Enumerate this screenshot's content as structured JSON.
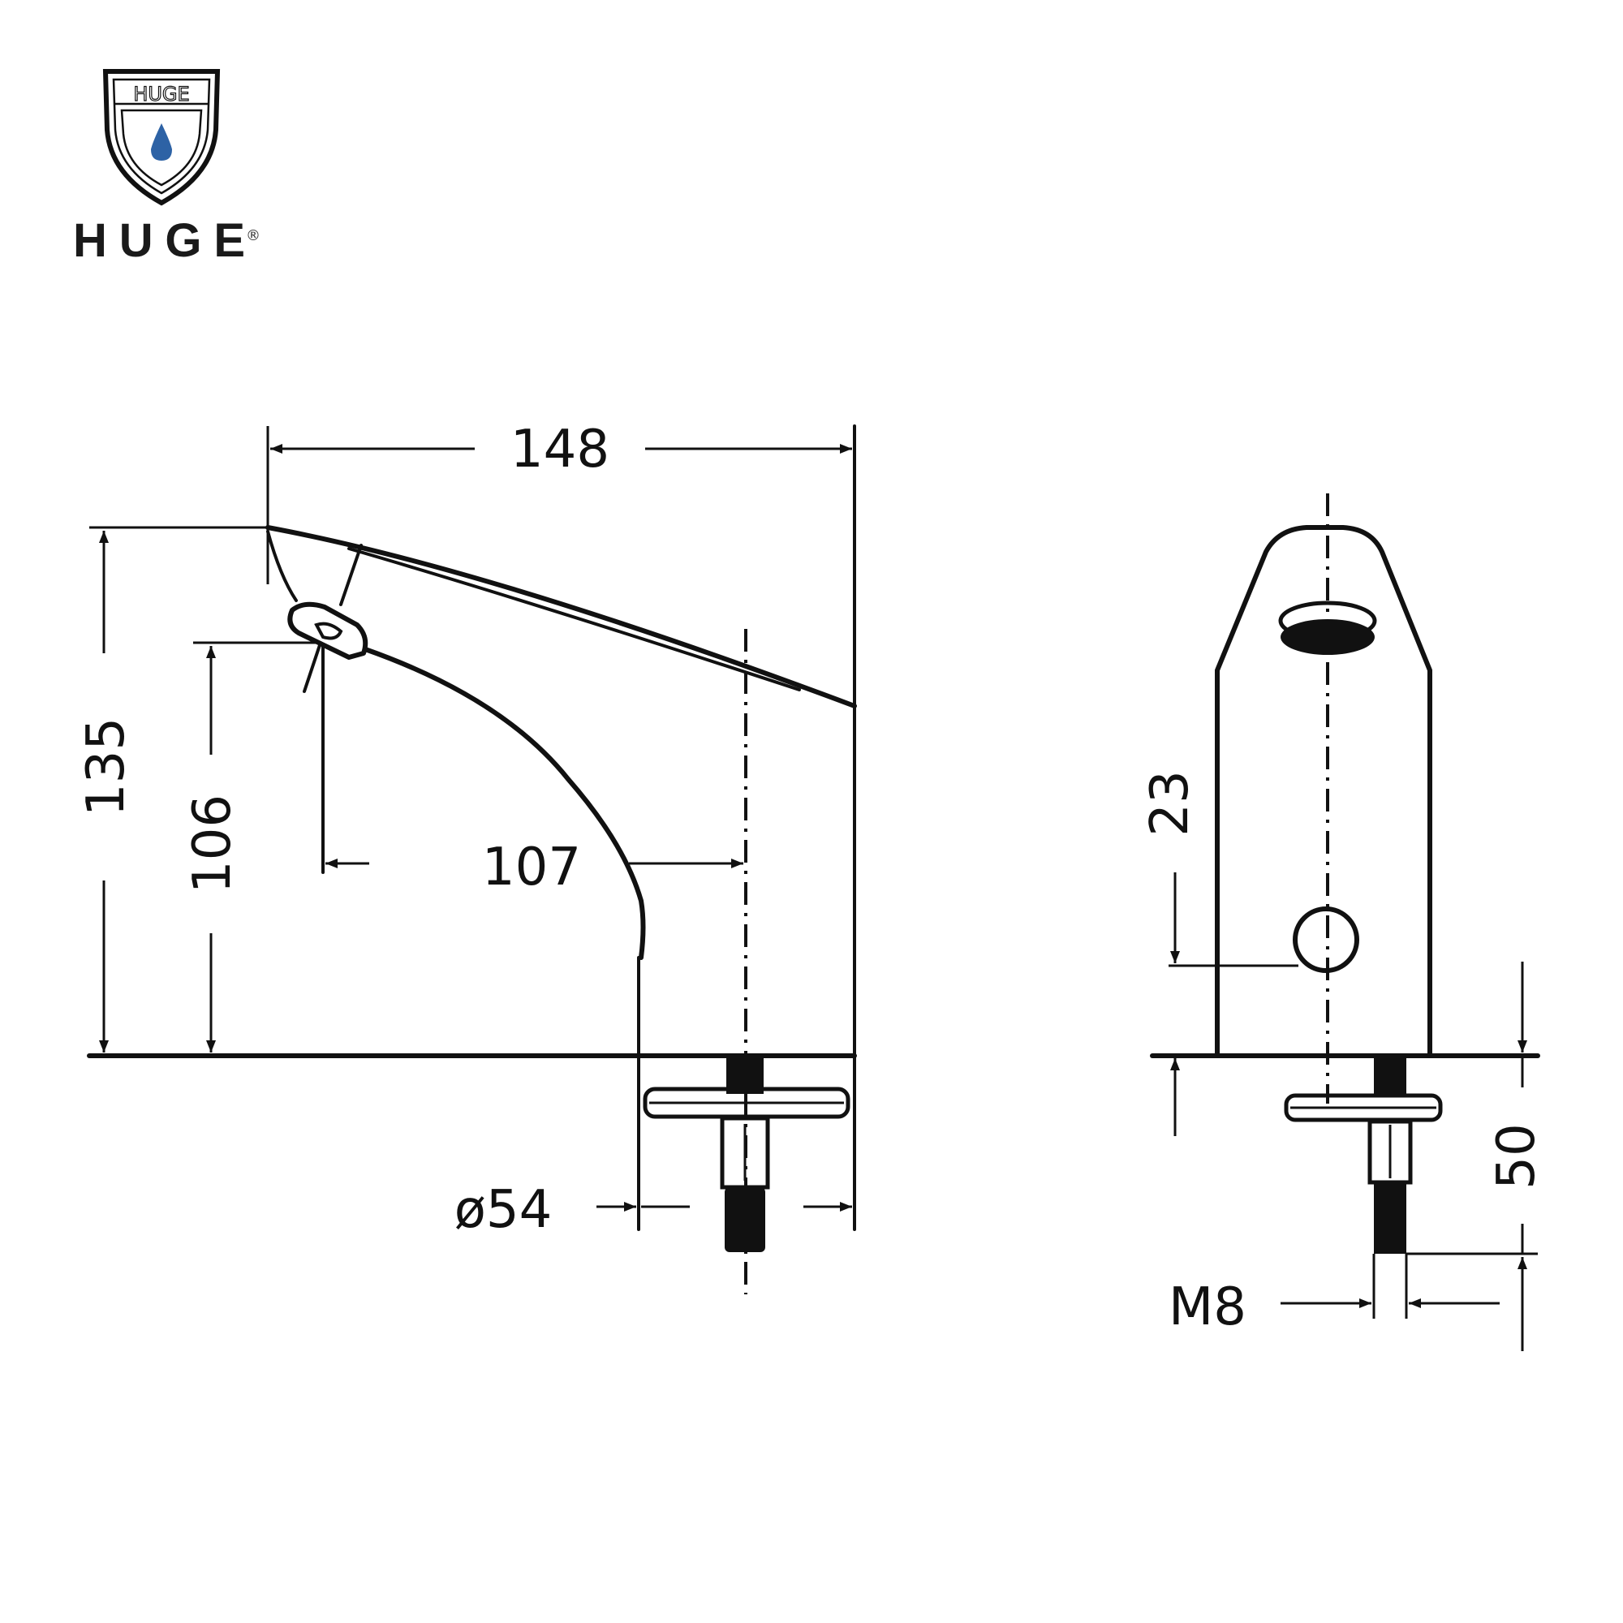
{
  "brand": {
    "shield_text": "HUGE",
    "wordmark": "HUGE",
    "registered": "®",
    "drop_color": "#2d62a5"
  },
  "side_view": {
    "dimensions": {
      "spout_length": "148",
      "total_height": "135",
      "outlet_height": "106",
      "outlet_projection": "107",
      "base_diameter": "ø54"
    }
  },
  "front_view": {
    "dimensions": {
      "sensor_height": "23",
      "max_deck_thickness": "50",
      "thread": "M8"
    }
  }
}
